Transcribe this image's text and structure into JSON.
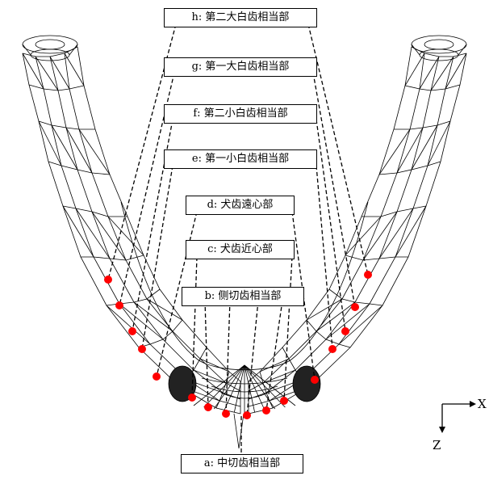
{
  "labels": {
    "h": "h: 第二大白齿相当部",
    "g": "g: 第一大白齿相当部",
    "f": "f: 第二小白齿相当部",
    "e": "e: 第一小白齿相当部",
    "d": "d: 犬齿遠心部",
    "c": "c: 犬齿近心部",
    "b": "b: 侧切齿相当部",
    "a": "a: 中切齿相当部"
  },
  "axes": {
    "x": "X",
    "z": "Z"
  },
  "colors": {
    "marker": "#ff0000",
    "wire": "#000000"
  }
}
